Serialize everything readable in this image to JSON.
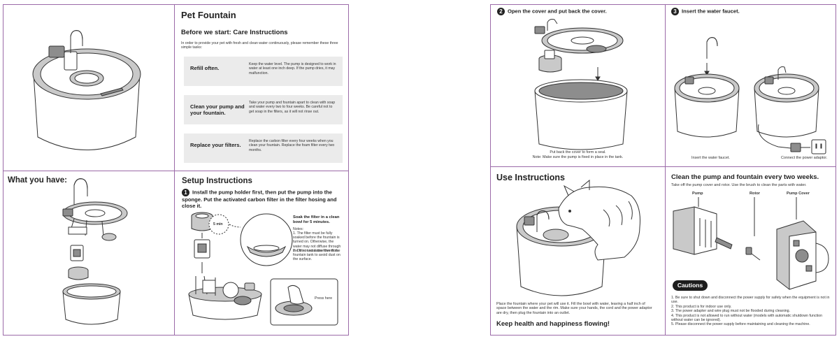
{
  "product_title": "Pet Fountain",
  "care": {
    "title": "Before we start: Care Instructions",
    "intro": "In order to provide your pet with fresh and clean water continuously, please remember these three simple tasks:",
    "items": [
      {
        "label": "Refill often.",
        "text": "Keep the water level. The pump is designed to work in water at least one inch deep. If the pump dries, it may malfunction."
      },
      {
        "label": "Clean your pump and your fountain.",
        "text": "Take your pump and fountain apart to clean with soap and water every two to four weeks. Be careful not to get soap in the filters, as it will not rinse out."
      },
      {
        "label": "Replace your filters.",
        "text": "Replace the carbon filter every four weeks when you clean your fountain. Replace the foam filter every two months."
      }
    ]
  },
  "what_you_have": {
    "title": "What you have:"
  },
  "setup": {
    "title": "Setup Instructions",
    "step1_num": "1",
    "step1_text": "Install the pump holder first, then put the pump into the sponge. Put the activated carbon filter in the filter hosing and close it.",
    "timer_label": "5 min",
    "soak_title": "Soak the filter in a clean bowl for 5 minutes.",
    "notes_title": "Notes:",
    "notes": [
      "1. The filter must be fully soaked before the fountain is turned on. Otherwise, the water may not diffuse through the filter and cause overflow.",
      "2. Do not soak the filter in the fountain tank to avoid dust on the surface."
    ],
    "press_here": "Press here"
  },
  "step2": {
    "num": "2",
    "title": "Open the cover and put back the cover.",
    "caption_1": "Put back the cover to form a seal.",
    "caption_2": "Note: Make sure the pump is fixed in place in the tank."
  },
  "step3": {
    "num": "3",
    "title": "Insert the water faucet.",
    "caption_left": "Insert the water faucet.",
    "caption_right": "Connect the power adaptor."
  },
  "use": {
    "title": "Use Instructions",
    "text": "Place the fountain where your pet will use it. Fill the bowl with water, leaving a half inch of space between the water and the rim. Make sure your hands, the cord and the power adaptor are dry, then plug the fountain into an outlet.",
    "tagline": "Keep health and happiness flowing!"
  },
  "clean": {
    "title": "Clean the pump and fountain every two weeks.",
    "subtitle": "Take off the pump cover and rotor. Use the brush to clean the parts with water.",
    "part_labels": [
      "Pump",
      "Rotor",
      "Pump Cover"
    ]
  },
  "cautions": {
    "title": "Cautions",
    "items": [
      "1. Be sure to shut down and disconnect the power supply for safety when the equipment is not in use.",
      "2. This product is for indoor use only.",
      "3. The power adapter and wire plug must not be flooded during cleaning.",
      "4. This product is not allowed to run without water (models with automatic shutdown function without water can be ignored).",
      "5. Please disconnect the power supply before maintaining and cleaning the machine."
    ]
  },
  "accent_color": "#9b6aa8"
}
